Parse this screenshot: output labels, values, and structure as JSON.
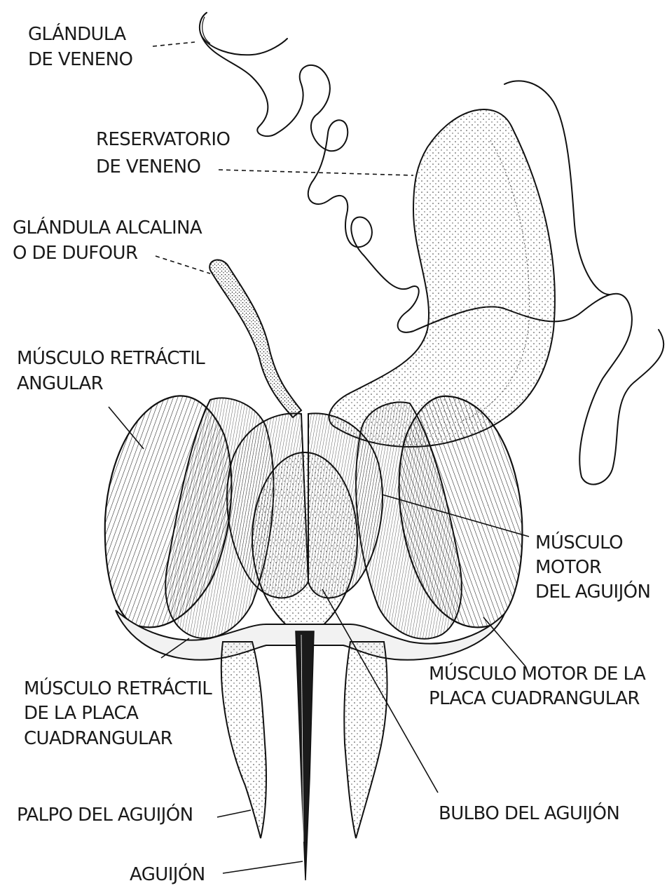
{
  "labels": {
    "glandula_veneno": [
      "GLÁNDULA",
      "DE VENENO"
    ],
    "reservatorio": [
      "RESERVATORIO",
      "DE VENENO"
    ],
    "glandula_alcalina": [
      "GLÁNDULA ALCALINA",
      "O DE DUFOUR"
    ],
    "musculo_retractil_angular": [
      "MÚSCULO RETRÁCTIL",
      "ANGULAR"
    ],
    "musculo_motor_aguijon": [
      "MÚSCULO",
      "MOTOR",
      "DEL AGUIJÓN"
    ],
    "musculo_retractil_placa": [
      "MÚSCULO RETRÁCTIL",
      "DE LA PLACA",
      "CUADRANGULAR"
    ],
    "musculo_motor_placa": [
      "MÚSCULO MOTOR DE LA",
      "PLACA CUADRANGULAR"
    ],
    "palpo": "PALPO DEL AGUIJÓN",
    "bulbo": "BULBO DEL AGUIJÓN",
    "aguijon": "AGUIJÓN"
  },
  "colors": {
    "ink": "#111111",
    "paper": "#ffffff",
    "shade": "#d9d9d9"
  }
}
